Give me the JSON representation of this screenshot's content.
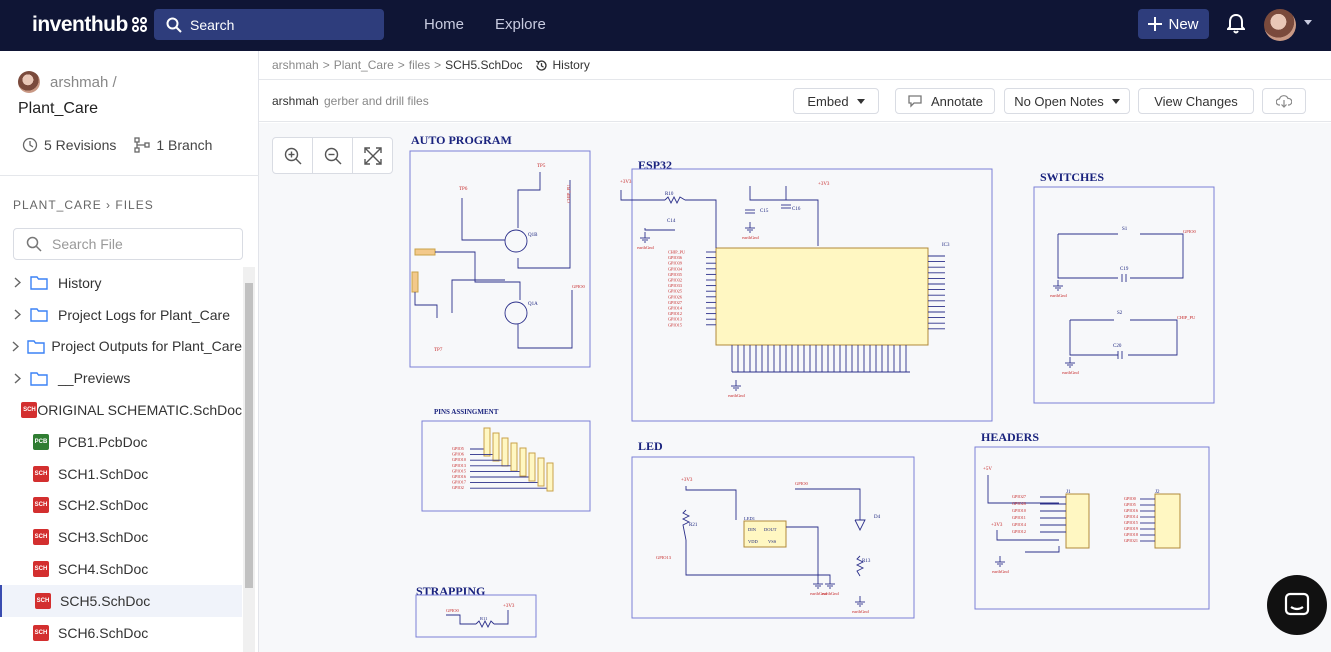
{
  "topbar": {
    "logo_text": "inventhub",
    "search_label": "Search",
    "nav": [
      "Home",
      "Explore"
    ],
    "new_label": "New"
  },
  "sidebar": {
    "owner": "arshmah /",
    "project": "Plant_Care",
    "revisions": "5 Revisions",
    "branches": "1 Branch",
    "breadcrumb_root": "PLANT_CARE",
    "breadcrumb_leaf": "FILES",
    "search_placeholder": "Search File",
    "items": [
      {
        "label": "History",
        "type": "folder"
      },
      {
        "label": "Project Logs for Plant_Care",
        "type": "folder"
      },
      {
        "label": "Project Outputs for Plant_Care",
        "type": "folder"
      },
      {
        "label": "__Previews",
        "type": "folder"
      },
      {
        "label": "ORIGINAL SCHEMATIC.SchDoc",
        "type": "sch"
      },
      {
        "label": "PCB1.PcbDoc",
        "type": "pcb"
      },
      {
        "label": "SCH1.SchDoc",
        "type": "sch"
      },
      {
        "label": "SCH2.SchDoc",
        "type": "sch"
      },
      {
        "label": "SCH3.SchDoc",
        "type": "sch"
      },
      {
        "label": "SCH4.SchDoc",
        "type": "sch"
      },
      {
        "label": "SCH5.SchDoc",
        "type": "sch",
        "active": true
      },
      {
        "label": "SCH6.SchDoc",
        "type": "sch"
      }
    ],
    "badge_sch": "SCH",
    "badge_pcb": "PCB"
  },
  "breadcrumb": {
    "path": [
      "arshmah",
      "Plant_Care",
      "files"
    ],
    "separator": ">",
    "current": "SCH5.SchDoc",
    "history_label": "History"
  },
  "toolbar": {
    "commit_author": "arshmah",
    "commit_message": "gerber and drill files",
    "embed_label": "Embed",
    "annotate_label": "Annotate",
    "notes_label": "No Open Notes",
    "view_changes_label": "View Changes"
  },
  "schematic": {
    "titles": {
      "auto_program": "AUTO PROGRAM",
      "esp32": "ESP32",
      "switches": "SWITCHES",
      "pins": "PINS ASSINGMENT",
      "led": "LED",
      "headers": "HEADERS",
      "strapping": "STRAPPING"
    },
    "labels": {
      "q1b": "Q1B",
      "q1a": "Q1A",
      "tp5": "TP5",
      "tp6": "TP6",
      "tp7": "TP7",
      "chip_pu": "CHIP_PU",
      "gpio0": "GPIO0",
      "r10": "R10",
      "c14": "C14",
      "c15": "C15",
      "c16": "C16",
      "ic3": "IC3",
      "vcc": "+3V3",
      "s1": "S1",
      "s2": "S2",
      "c19": "C19",
      "c20": "C20",
      "r21": "R21",
      "d4": "D4",
      "r13": "R13",
      "led1": "LED1",
      "din": "DIN",
      "dout": "DOUT",
      "vdd": "VDD",
      "vss": "VSS",
      "j1": "J1",
      "j2": "J2",
      "r11": "R11",
      "gnd": "earthGnd"
    },
    "esp_pins_left": [
      "CHIP_PU",
      "GPIO36",
      "GPIO39",
      "GPIO34",
      "GPIO35",
      "GPIO32",
      "GPIO33",
      "GPIO25",
      "GPIO26",
      "GPIO27",
      "GPIO14",
      "GPIO12",
      "GPIO13",
      "GPIO15"
    ],
    "pins_assign": [
      "GPIO5",
      "GPIO6",
      "GPIO10",
      "GPIO13",
      "GPIO15",
      "GPIO16",
      "GPIO17",
      "GPIO2"
    ],
    "header_j1": [
      "GPIO27",
      "GPIO26",
      "GPIO10",
      "GPIO11",
      "GPIO14",
      "GPIO12"
    ],
    "header_j2": [
      "GPIO0",
      "GPIO5",
      "GPIO16",
      "GPIO14",
      "GPIO15",
      "GPIO19",
      "GPIO18",
      "GPIO21"
    ]
  }
}
